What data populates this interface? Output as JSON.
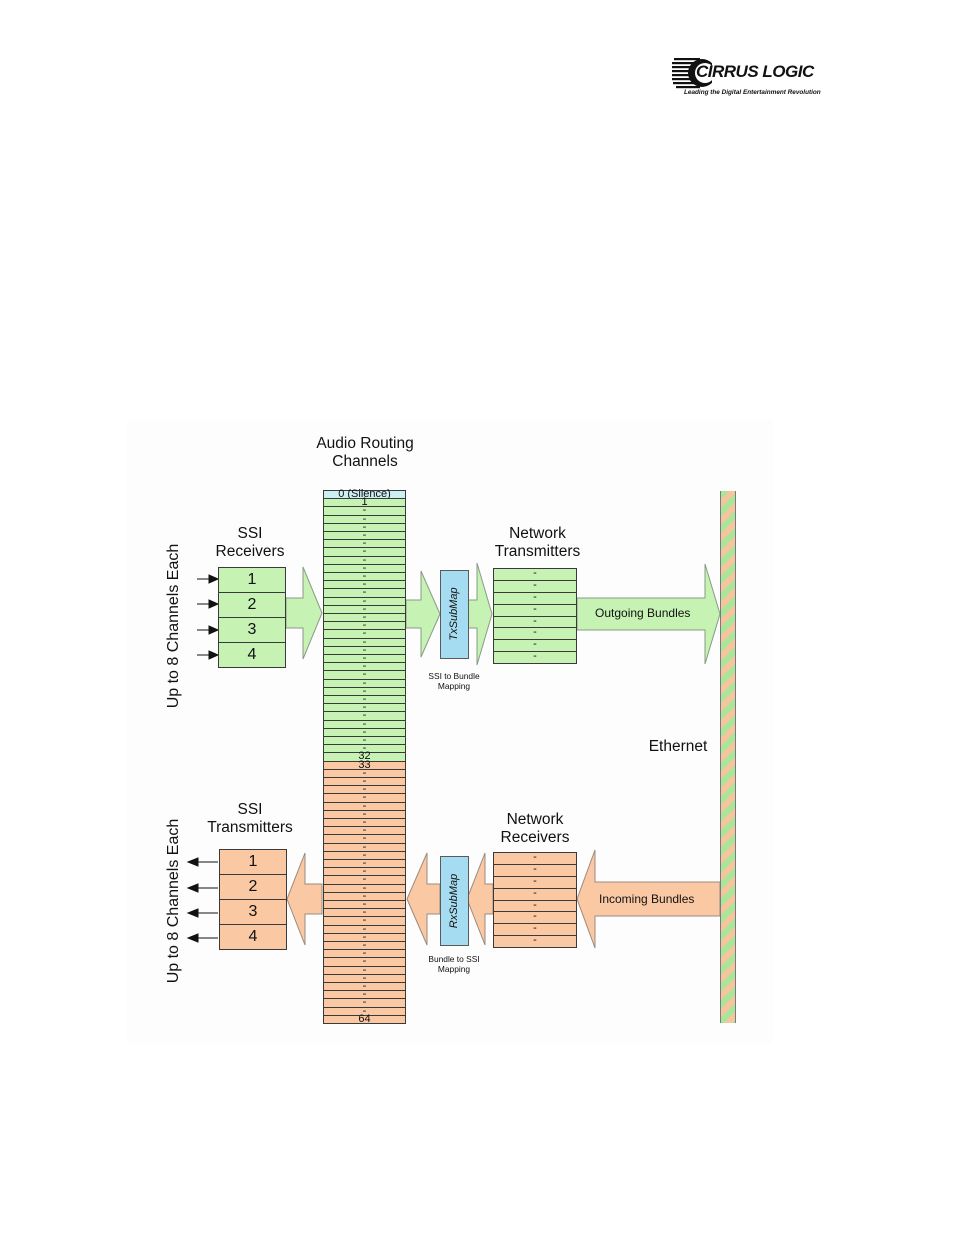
{
  "logo": {
    "name": "CIRRUS LOGIC",
    "tagline": "Leading the Digital Entertainment Revolution"
  },
  "diagram": {
    "title_routing": "Audio Routing\nChannels",
    "ssi_receivers_label": "SSI\nReceivers",
    "ssi_transmitters_label": "SSI\nTransmitters",
    "net_transmitters_label": "Network\nTransmitters",
    "net_receivers_label": "Network\nReceivers",
    "ethernet_label": "Ethernet",
    "side_label_top": "Up to 8 Channels Each",
    "side_label_bottom": "Up to 8 Channels Each",
    "txsubmap_label": "TxSubMap",
    "rxsubmap_label": "RxSubMap",
    "tx_caption": "SSI to Bundle\nMapping",
    "rx_caption": "Bundle to SSI\nMapping",
    "outgoing_label": "Outgoing Bundles",
    "incoming_label": "Incoming Bundles",
    "receivers": [
      "1",
      "2",
      "3",
      "4"
    ],
    "transmitters": [
      "1",
      "2",
      "3",
      "4"
    ],
    "channel_labels": {
      "silence": "0 (Silence)",
      "first": "1",
      "mid_top": "32",
      "mid_bottom": "33",
      "last": "64",
      "filler": "-"
    },
    "net_tx_rows": [
      "-",
      "-",
      "-",
      "-",
      "-",
      "-",
      "-",
      "-"
    ],
    "net_rx_rows": [
      "-",
      "-",
      "-",
      "-",
      "-",
      "-",
      "-",
      "-"
    ],
    "colors": {
      "green": "#c6f2b4",
      "orange": "#fac8a3",
      "silence": "#cdeef2",
      "map": "#a6dcf1"
    }
  }
}
